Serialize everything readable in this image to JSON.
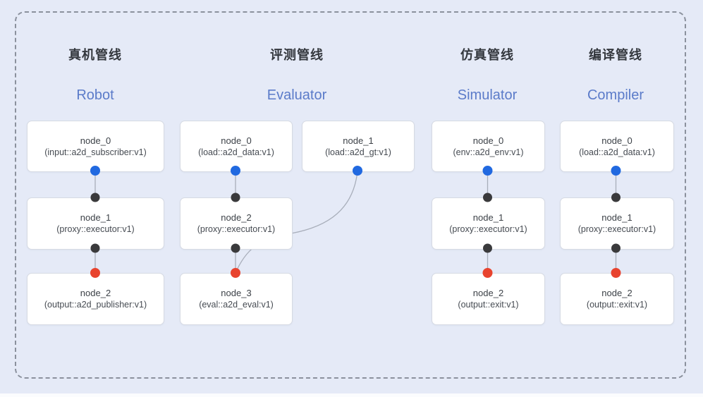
{
  "colors": {
    "background": "#e5eaf7",
    "frame_dash": "#8b919d",
    "box_bg": "#ffffff",
    "box_border": "#d6dae3",
    "title_cn": "#33373d",
    "title_en": "#5b7bc9",
    "node_text": "#3c4147",
    "edge_line": "#a8aeba",
    "dot_blue": "#2169e0",
    "dot_dark": "#3a3a3c",
    "dot_red": "#e8432e"
  },
  "pipelines": [
    {
      "id": "robot",
      "title_cn": "真机管线",
      "title_en": "Robot",
      "nodes": [
        {
          "name": "node_0",
          "type": "(input::a2d_subscriber:v1)"
        },
        {
          "name": "node_1",
          "type": "(proxy::executor:v1)"
        },
        {
          "name": "node_2",
          "type": "(output::a2d_publisher:v1)"
        }
      ]
    },
    {
      "id": "evaluator",
      "title_cn": "评测管线",
      "title_en": "Evaluator",
      "nodes": [
        {
          "name": "node_0",
          "type": "(load::a2d_data:v1)"
        },
        {
          "name": "node_1",
          "type": "(load::a2d_gt:v1)"
        },
        {
          "name": "node_2",
          "type": "(proxy::executor:v1)"
        },
        {
          "name": "node_3",
          "type": "(eval::a2d_eval:v1)"
        }
      ]
    },
    {
      "id": "simulator",
      "title_cn": "仿真管线",
      "title_en": "Simulator",
      "nodes": [
        {
          "name": "node_0",
          "type": "(env::a2d_env:v1)"
        },
        {
          "name": "node_1",
          "type": "(proxy::executor:v1)"
        },
        {
          "name": "node_2",
          "type": "(output::exit:v1)"
        }
      ]
    },
    {
      "id": "compiler",
      "title_cn": "编译管线",
      "title_en": "Compiler",
      "nodes": [
        {
          "name": "node_0",
          "type": "(load::a2d_data:v1)"
        },
        {
          "name": "node_1",
          "type": "(proxy::executor:v1)"
        },
        {
          "name": "node_2",
          "type": "(output::exit:v1)"
        }
      ]
    }
  ],
  "edges": [
    {
      "pipeline": "robot",
      "from": "node_0",
      "to": "node_1"
    },
    {
      "pipeline": "robot",
      "from": "node_1",
      "to": "node_2"
    },
    {
      "pipeline": "evaluator",
      "from": "node_0",
      "to": "node_2"
    },
    {
      "pipeline": "evaluator",
      "from": "node_1",
      "to": "node_3"
    },
    {
      "pipeline": "evaluator",
      "from": "node_2",
      "to": "node_3"
    },
    {
      "pipeline": "simulator",
      "from": "node_0",
      "to": "node_1"
    },
    {
      "pipeline": "simulator",
      "from": "node_1",
      "to": "node_2"
    },
    {
      "pipeline": "compiler",
      "from": "node_0",
      "to": "node_1"
    },
    {
      "pipeline": "compiler",
      "from": "node_1",
      "to": "node_2"
    }
  ]
}
